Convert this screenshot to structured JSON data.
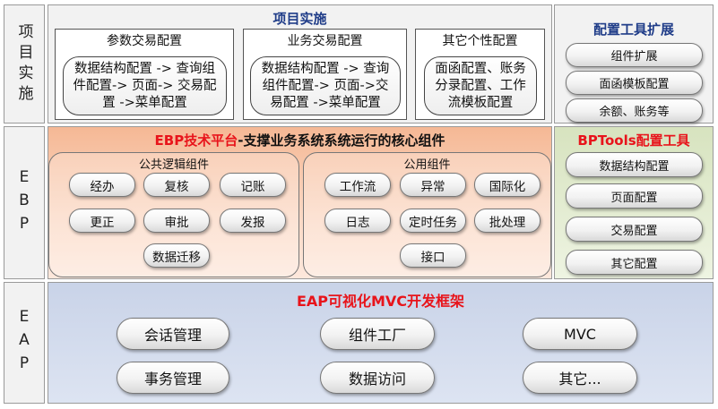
{
  "rails": {
    "top": "项目实施",
    "ebp": "EBP",
    "eap": "EAP"
  },
  "project": {
    "title": "项目实施",
    "boxes": [
      {
        "title": "参数交易配置",
        "content": "数据结构配置 -> 查询组件配置-> 页面-> 交易配置 ->菜单配置"
      },
      {
        "title": "业务交易配置",
        "content": "数据结构配置 -> 查询组件配置-> 页面->交易配置 ->菜单配置"
      },
      {
        "title": "其它个性配置",
        "content": "面函配置、账务分录配置、工作流模板配置"
      }
    ]
  },
  "tools": {
    "title": "配置工具扩展",
    "items": [
      "组件扩展",
      "面函模板配置",
      "余额、账务等"
    ]
  },
  "ebp": {
    "title_red": "EBP技术平台",
    "title_rest": "-支撑业务系统系统运行的核心组件",
    "logic": {
      "title": "公共逻辑组件",
      "items": [
        "经办",
        "复核",
        "记账",
        "更正",
        "审批",
        "发报",
        "数据迁移"
      ]
    },
    "common": {
      "title": "公用组件",
      "items": [
        "工作流",
        "异常",
        "国际化",
        "日志",
        "定时任务",
        "批处理",
        "接口"
      ]
    }
  },
  "bptools": {
    "title": "BPTools配置工具",
    "items": [
      "数据结构配置",
      "页面配置",
      "交易配置",
      "其它配置"
    ]
  },
  "eap": {
    "title": "EAP可视化MVC开发框架",
    "items": [
      "会话管理",
      "组件工厂",
      "MVC",
      "事务管理",
      "数据访问",
      "其它..."
    ]
  },
  "colors": {
    "accent_red": "#e8141b",
    "accent_blue": "#1f3c88",
    "ebp_band": "#f5b895",
    "eap_band": "#c9d3e8",
    "bptools_band": "#d7e3bf"
  }
}
